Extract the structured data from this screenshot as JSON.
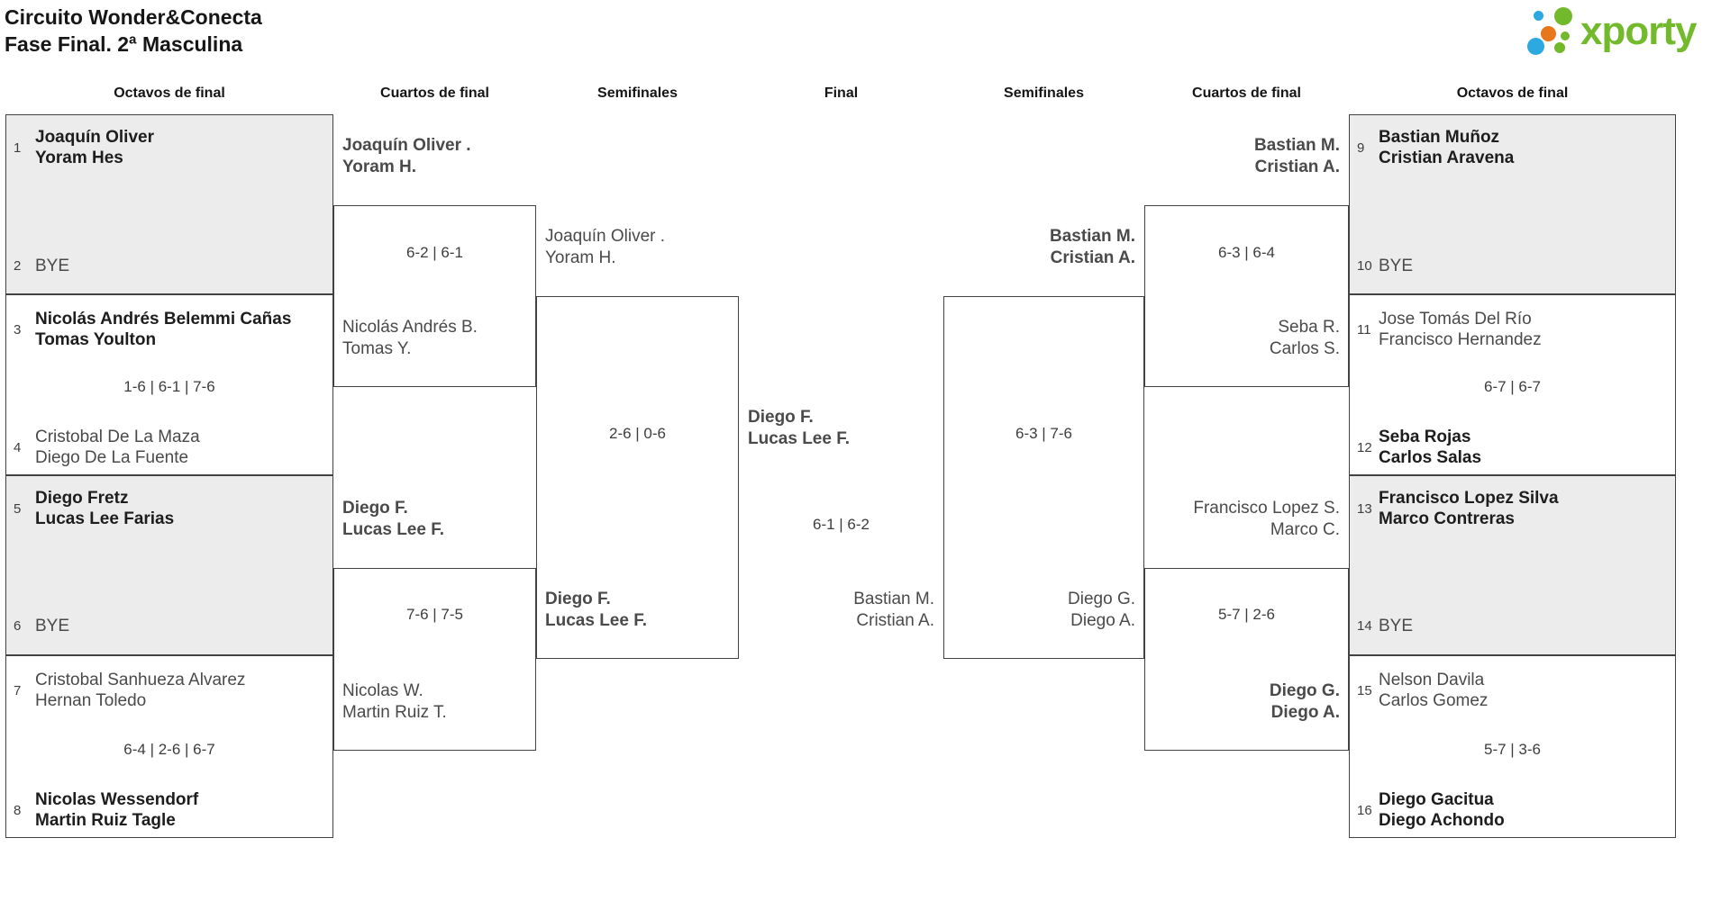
{
  "title": {
    "line1": "Circuito Wonder&Conecta",
    "line2": "Fase Final. 2ª Masculina"
  },
  "logo": {
    "text": "xporty",
    "green": "#72b92b",
    "blue": "#2ba9e0",
    "orange": "#e8761b"
  },
  "round_headers": [
    "Octavos de final",
    "Cuartos de final",
    "Semifinales",
    "Final",
    "Semifinales",
    "Cuartos de final",
    "Octavos de final"
  ],
  "r16_left": [
    {
      "top_seed": "1",
      "top": {
        "p1": "Joaquín Oliver",
        "p2": "Yoram Hes",
        "bold": true
      },
      "bottom_seed": "2",
      "bottom": {
        "p1": "BYE",
        "bold": false
      },
      "score": ""
    },
    {
      "top_seed": "3",
      "top": {
        "p1": "Nicolás Andrés Belemmi Cañas",
        "p2": "Tomas Youlton",
        "bold": true
      },
      "bottom_seed": "4",
      "bottom": {
        "p1": "Cristobal De La Maza",
        "p2": "Diego De La Fuente",
        "bold": false
      },
      "score": "1-6 | 6-1 | 7-6"
    },
    {
      "top_seed": "5",
      "top": {
        "p1": "Diego Fretz",
        "p2": "Lucas Lee Farias",
        "bold": true
      },
      "bottom_seed": "6",
      "bottom": {
        "p1": "BYE",
        "bold": false
      },
      "score": ""
    },
    {
      "top_seed": "7",
      "top": {
        "p1": "Cristobal Sanhueza Alvarez",
        "p2": "Hernan Toledo",
        "bold": false
      },
      "bottom_seed": "8",
      "bottom": {
        "p1": "Nicolas Wessendorf",
        "p2": "Martin Ruiz Tagle",
        "bold": true
      },
      "score": "6-4 | 2-6 | 6-7"
    }
  ],
  "r16_right": [
    {
      "top_seed": "9",
      "top": {
        "p1": "Bastian Muñoz",
        "p2": "Cristian Aravena",
        "bold": true
      },
      "bottom_seed": "10",
      "bottom": {
        "p1": "BYE",
        "bold": false
      },
      "score": ""
    },
    {
      "top_seed": "11",
      "top": {
        "p1": "Jose Tomás Del Río",
        "p2": "Francisco Hernandez",
        "bold": false
      },
      "bottom_seed": "12",
      "bottom": {
        "p1": "Seba Rojas",
        "p2": "Carlos Salas",
        "bold": true
      },
      "score": "6-7 | 6-7"
    },
    {
      "top_seed": "13",
      "top": {
        "p1": "Francisco Lopez Silva",
        "p2": "Marco Contreras",
        "bold": true
      },
      "bottom_seed": "14",
      "bottom": {
        "p1": "BYE",
        "bold": false
      },
      "score": ""
    },
    {
      "top_seed": "15",
      "top": {
        "p1": "Nelson Davila",
        "p2": "Carlos Gomez",
        "bold": false
      },
      "bottom_seed": "16",
      "bottom": {
        "p1": "Diego Gacitua",
        "p2": "Diego Achondo",
        "bold": true
      },
      "score": "5-7 | 3-6"
    }
  ],
  "qf_left": [
    {
      "top": {
        "p1": "Joaquín Oliver .",
        "p2": "Yoram H.",
        "bold": true
      },
      "bottom": {
        "p1": "Nicolás Andrés B.",
        "p2": "Tomas Y.",
        "bold": false
      },
      "score": "6-2 | 6-1"
    },
    {
      "top": {
        "p1": "Diego F.",
        "p2": "Lucas Lee F.",
        "bold": true
      },
      "bottom": {
        "p1": "Nicolas W.",
        "p2": "Martin Ruiz T.",
        "bold": false
      },
      "score": "7-6 | 7-5"
    }
  ],
  "qf_right": [
    {
      "top": {
        "p1": "Bastian M.",
        "p2": "Cristian A.",
        "bold": true
      },
      "bottom": {
        "p1": "Seba R.",
        "p2": "Carlos S.",
        "bold": false
      },
      "score": "6-3 | 6-4"
    },
    {
      "top": {
        "p1": "Francisco Lopez S.",
        "p2": "Marco C.",
        "bold": false
      },
      "bottom": {
        "p1": "Diego G.",
        "p2": "Diego A.",
        "bold": true
      },
      "score": "5-7 | 2-6"
    }
  ],
  "sf_left": {
    "top": {
      "p1": "Joaquín Oliver .",
      "p2": "Yoram H.",
      "bold": false
    },
    "bottom": {
      "p1": "Diego F.",
      "p2": "Lucas Lee F.",
      "bold": true
    },
    "score": "2-6 | 0-6"
  },
  "sf_right": {
    "top": {
      "p1": "Bastian M.",
      "p2": "Cristian A.",
      "bold": true
    },
    "bottom": {
      "p1": "Diego G.",
      "p2": "Diego A.",
      "bold": false
    },
    "score": "6-3 | 7-6"
  },
  "final": {
    "top": {
      "p1": "Diego F.",
      "p2": "Lucas Lee F.",
      "bold": true
    },
    "bottom": {
      "p1": "Bastian M.",
      "p2": "Cristian A.",
      "bold": false
    },
    "score": "6-1 | 6-2"
  }
}
